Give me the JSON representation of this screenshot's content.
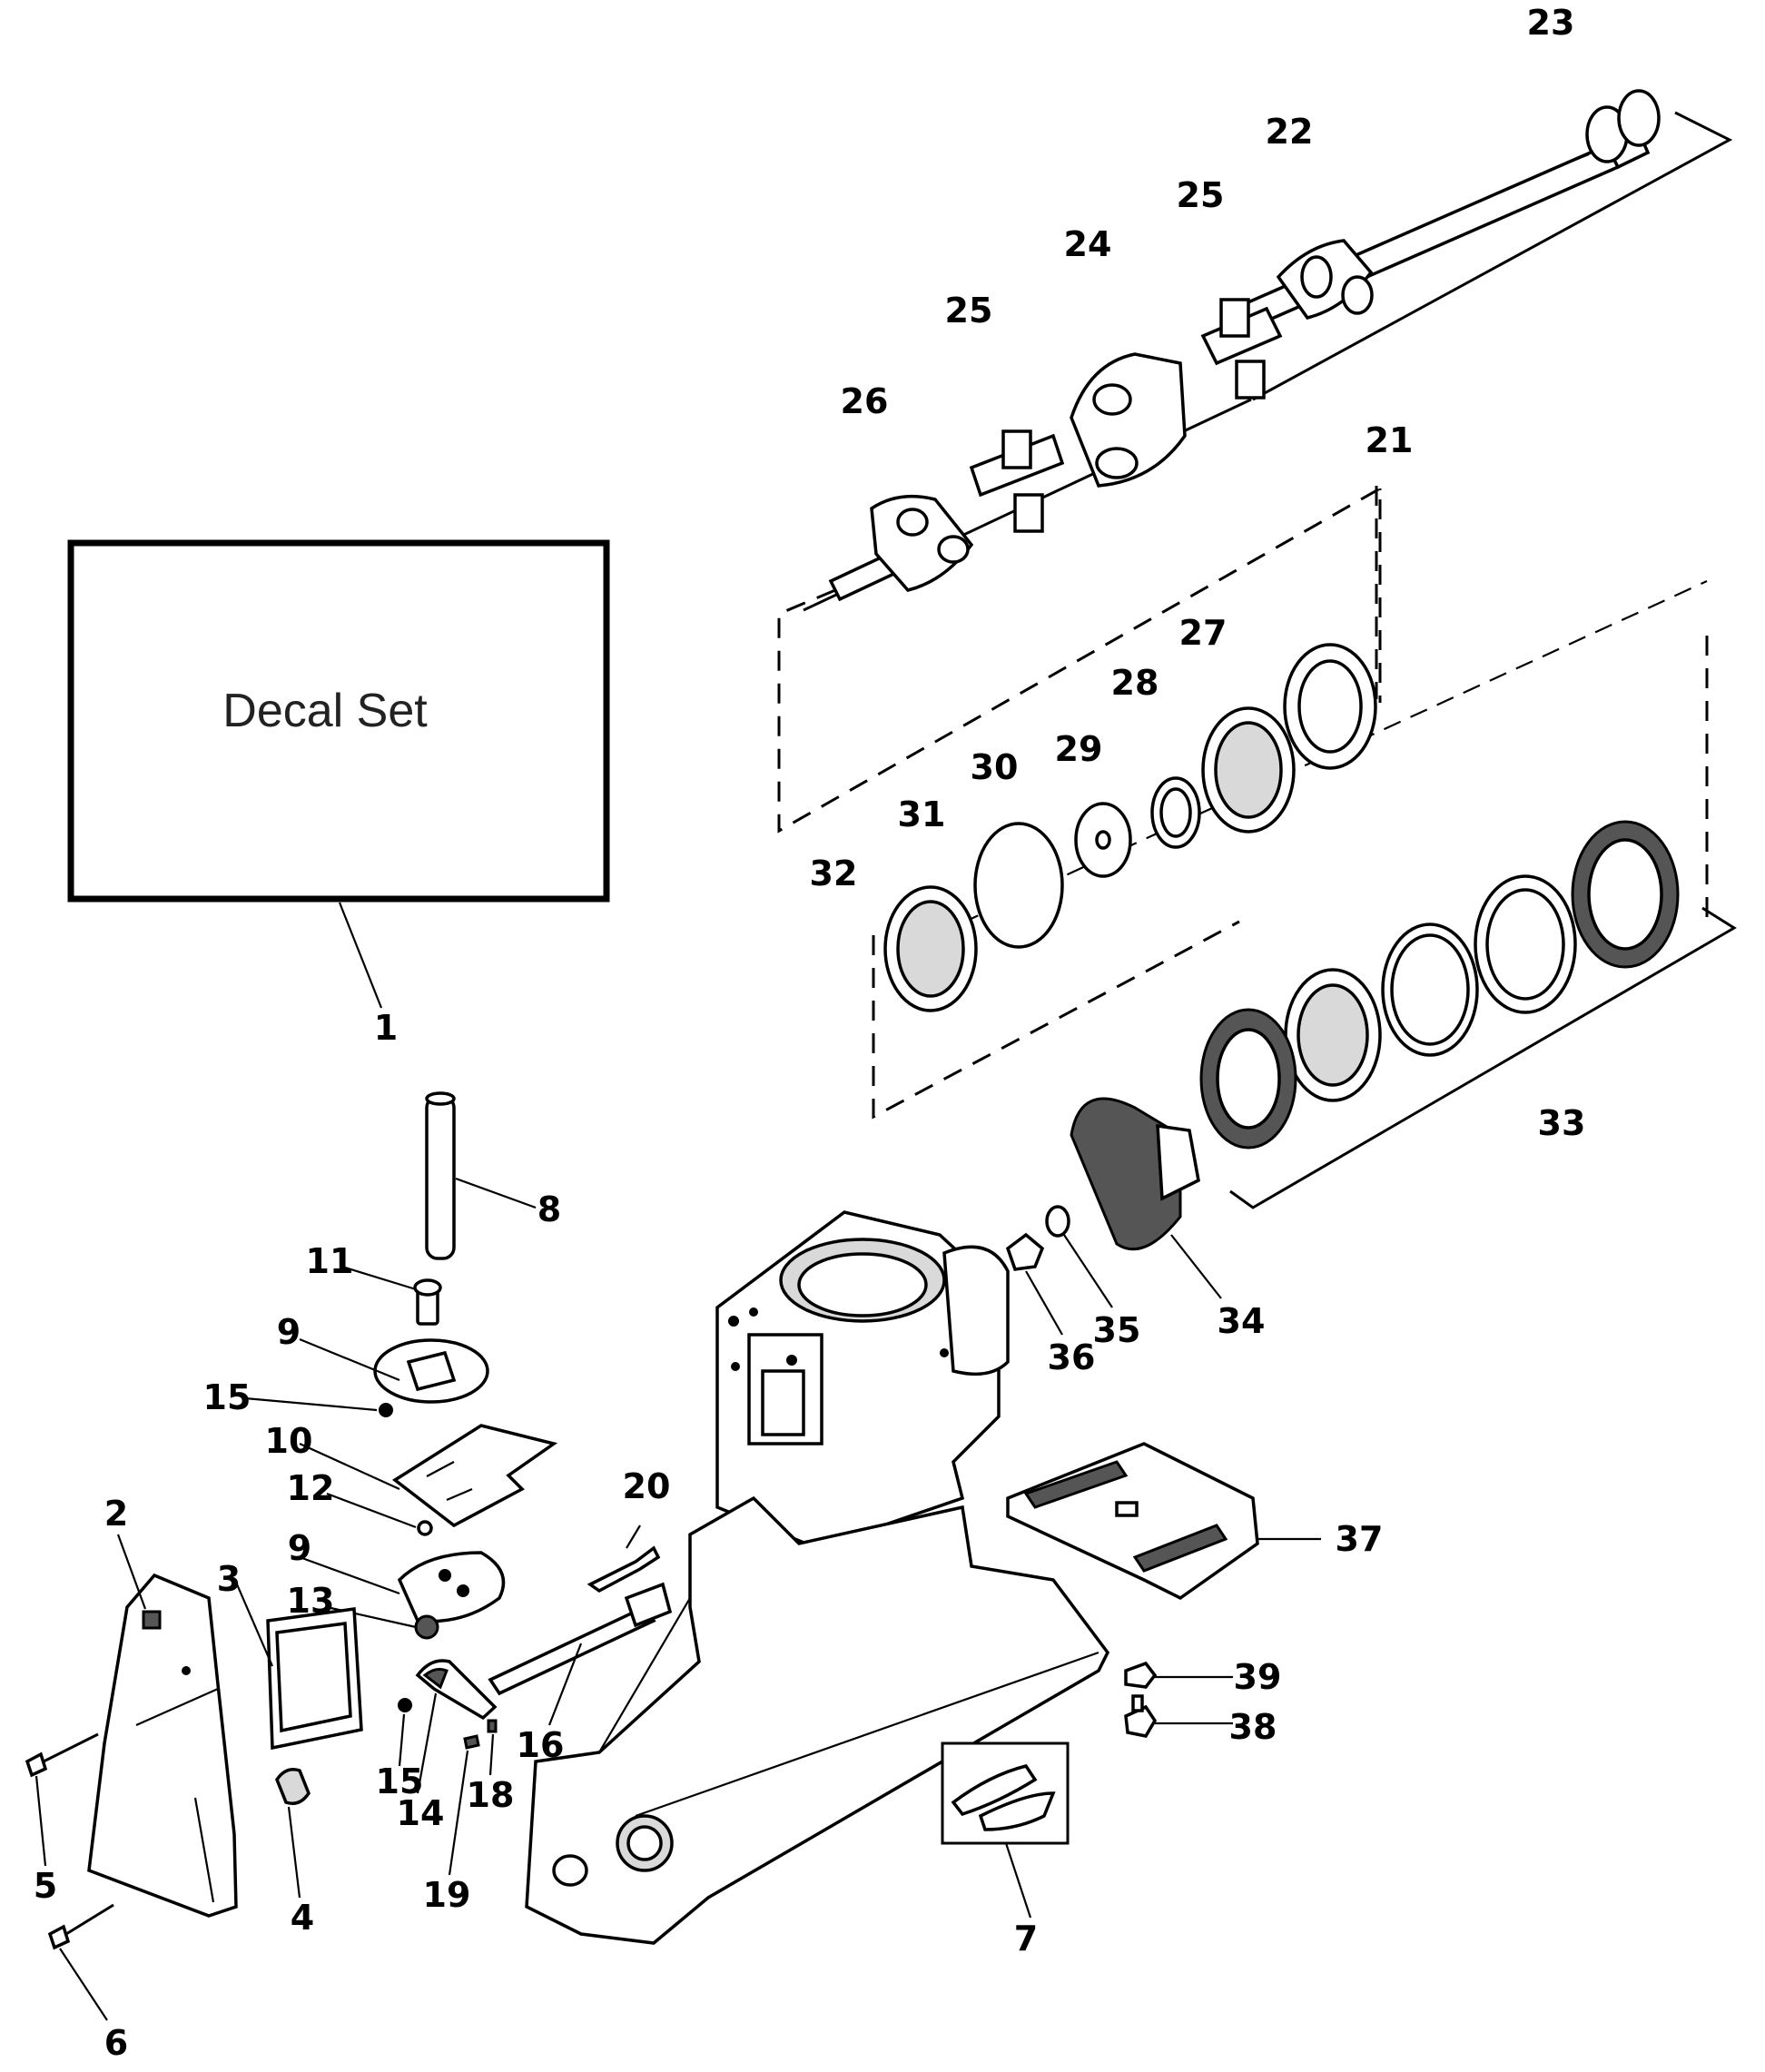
{
  "diagram": {
    "decal_box_label": "Decal Set",
    "callouts": [
      "1",
      "2",
      "3",
      "4",
      "5",
      "6",
      "7",
      "8",
      "9",
      "9",
      "10",
      "11",
      "12",
      "13",
      "14",
      "15",
      "15",
      "16",
      "18",
      "19",
      "20",
      "21",
      "22",
      "23",
      "24",
      "25",
      "25",
      "26",
      "27",
      "28",
      "29",
      "30",
      "31",
      "32",
      "33",
      "34",
      "35",
      "36",
      "37",
      "38",
      "39"
    ]
  }
}
